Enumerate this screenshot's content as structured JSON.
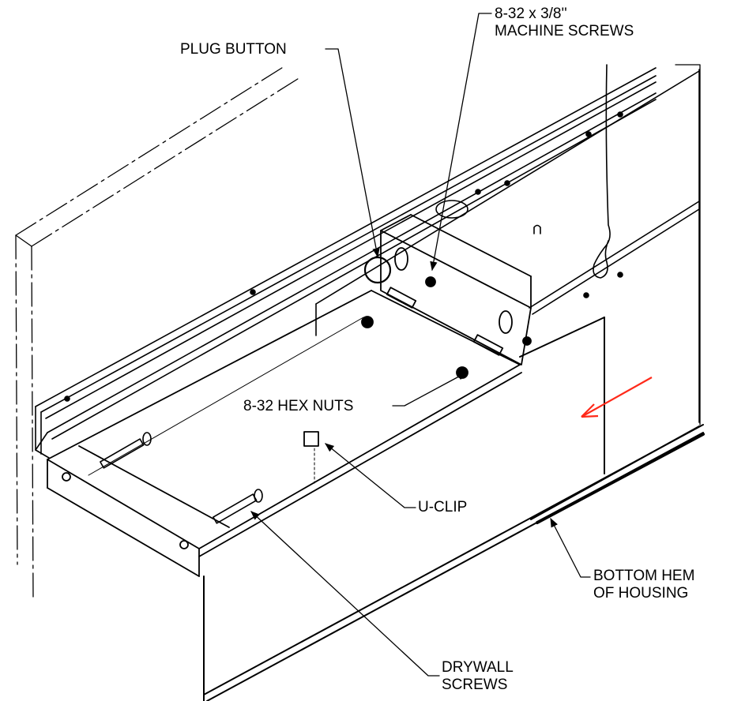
{
  "labels": {
    "plug_button": "PLUG BUTTON",
    "machine_screws_line1": "8-32 x 3/8''",
    "machine_screws_line2": "MACHINE SCREWS",
    "hex_nuts": "8-32 HEX NUTS",
    "u_clip": "U-CLIP",
    "bottom_hem_line1": "BOTTOM HEM",
    "bottom_hem_line2": "OF HOUSING",
    "drywall_line1": "DRYWALL",
    "drywall_line2": "SCREWS"
  },
  "colors": {
    "line": "#000000",
    "arrow": "#ff2a1a",
    "background": "#ffffff"
  }
}
